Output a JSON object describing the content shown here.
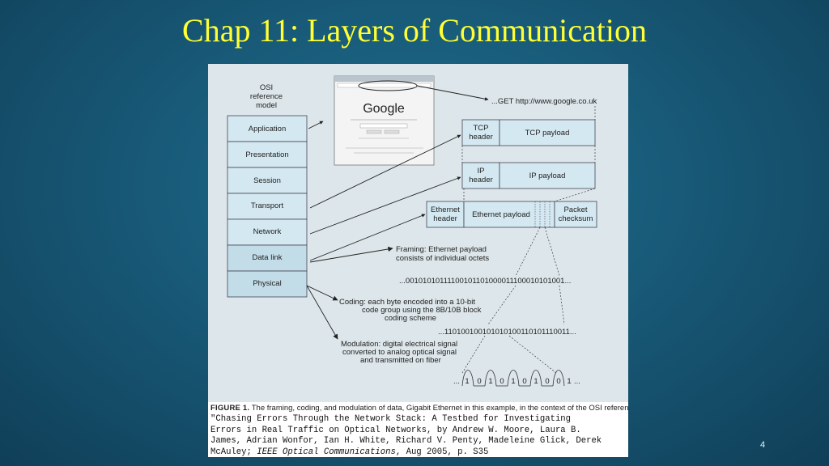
{
  "slide": {
    "title": "Chap 11: Layers of Communication",
    "page_number": "4"
  },
  "diagram": {
    "osi_heading": [
      "OSI",
      "reference",
      "model"
    ],
    "layers": [
      "Application",
      "Presentation",
      "Session",
      "Transport",
      "Network",
      "Data link",
      "Physical"
    ],
    "browser": {
      "logo": "Google"
    },
    "get_request": "...GET http://www.google.co.uk",
    "tcp": {
      "header": [
        "TCP",
        "header"
      ],
      "payload": "TCP payload"
    },
    "ip": {
      "header": [
        "IP",
        "header"
      ],
      "payload": "IP payload"
    },
    "ethernet": {
      "header": [
        "Ethernet",
        "header"
      ],
      "payload": "Ethernet payload",
      "checksum": [
        "Packet",
        "checksum"
      ]
    },
    "framing_note": [
      "Framing: Ethernet payload",
      "consists of individual octets"
    ],
    "octet_bits": "...00101010111100101101000011100010101001...",
    "coding_note": [
      "Coding: each byte encoded into a 10-bit",
      "code group using the 8B/10B block",
      "coding scheme"
    ],
    "code_bits": "...110100100101010100110101110011...",
    "modulation_note": [
      "Modulation: digital electrical signal",
      "converted to analog optical signal",
      "and transmitted on fiber"
    ],
    "signal_bits": [
      "1",
      "0",
      "1",
      "0",
      "1",
      "0",
      "1",
      "0",
      "0",
      "1"
    ],
    "signal_prefix": "...",
    "signal_suffix": "..."
  },
  "caption": {
    "label": "FIGURE 1.",
    "text": "The framing, coding, and modulation of data, Gigabit Ethernet in this example, in the context of the OSI reference model."
  },
  "citation": {
    "lines": [
      "\"Chasing Errors Through the Network Stack: A Testbed for Investigating",
      "Errors in Real Traffic on Optical Networks, by Andrew W. Moore, Laura B.",
      "James, Adrian Wonfor, Ian H. White, Richard V. Penty, Madeleine Glick, Derek"
    ],
    "last_line_prefix": "McAuley; ",
    "journal": "IEEE Optical Communications",
    "last_line_suffix": ", Aug 2005, p. S35"
  }
}
